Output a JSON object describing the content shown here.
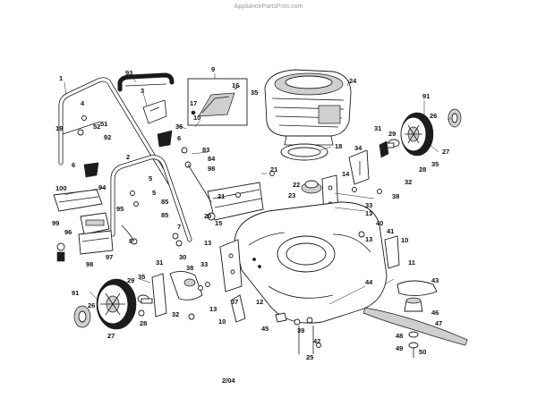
{
  "watermark": "AppliancePartsPros.com",
  "footer_code": "2/04",
  "part_labels": [
    "1",
    "2",
    "3",
    "4",
    "5",
    "5",
    "6",
    "6",
    "7",
    "8",
    "9",
    "10",
    "10",
    "10",
    "11",
    "12",
    "13",
    "13",
    "13",
    "13",
    "14",
    "15",
    "16",
    "17",
    "18",
    "19",
    "20",
    "21",
    "21",
    "22",
    "23",
    "24",
    "25",
    "26",
    "26",
    "27",
    "27",
    "28",
    "28",
    "29",
    "29",
    "30",
    "31",
    "31",
    "32",
    "32",
    "33",
    "33",
    "34",
    "35",
    "35",
    "35",
    "36",
    "37",
    "38",
    "38",
    "39",
    "40",
    "41",
    "42",
    "43",
    "44",
    "45",
    "46",
    "47",
    "48",
    "49",
    "50",
    "51",
    "52",
    "83",
    "84",
    "85",
    "85",
    "91",
    "91",
    "92",
    "93",
    "94",
    "95",
    "96",
    "97",
    "98",
    "98",
    "99",
    "100"
  ]
}
